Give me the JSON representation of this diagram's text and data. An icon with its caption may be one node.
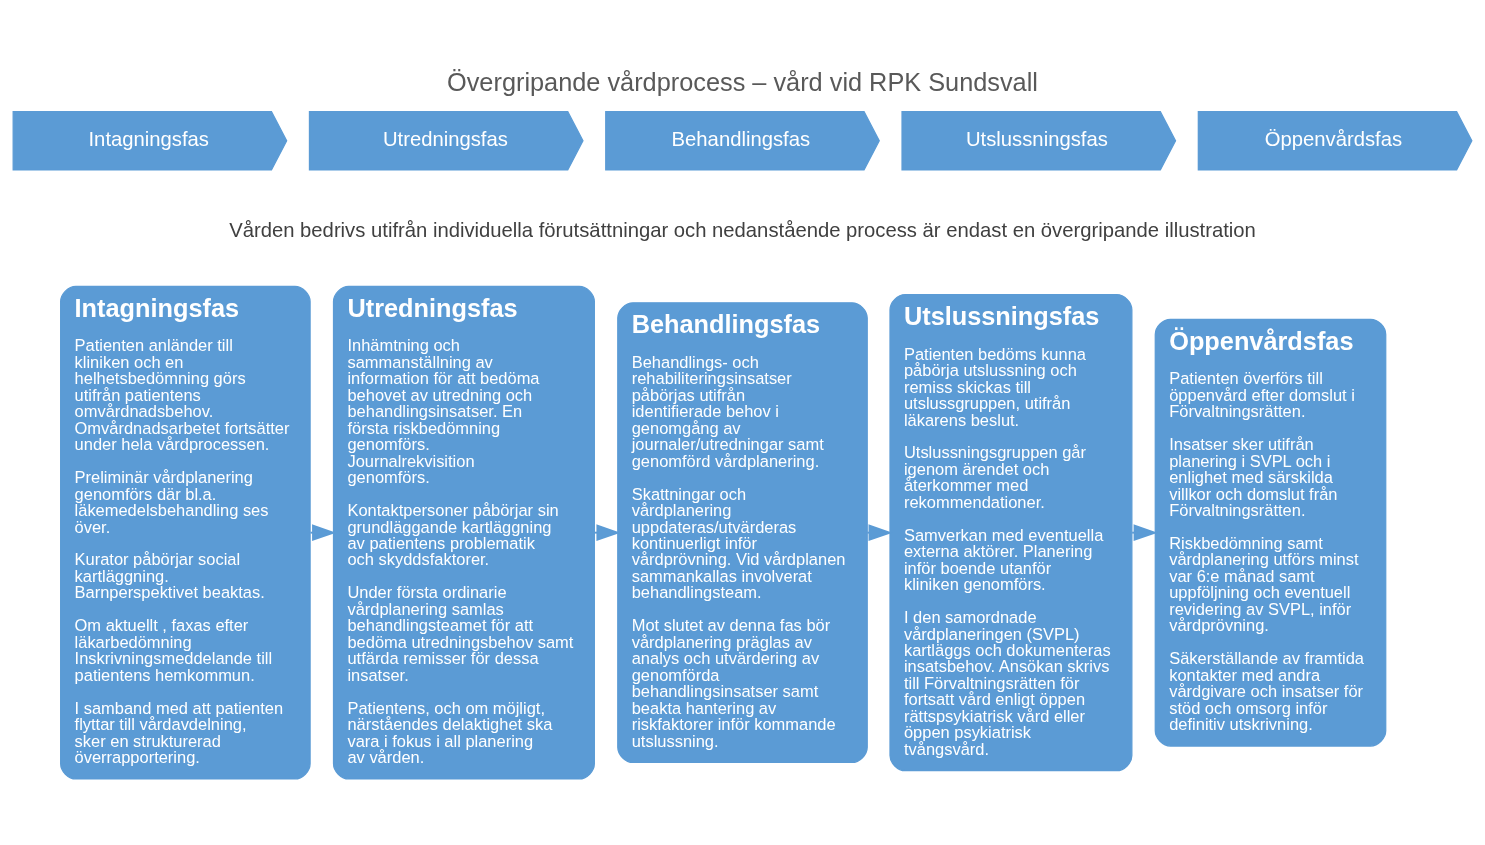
{
  "diagram": {
    "title": "Övergripande vårdprocess – vård vid RPK Sundsvall",
    "nodes": [
      {
        "text": [
          "Intagningsfas"
        ]
      },
      {
        "text": [
          "Utredningsfas"
        ]
      },
      {
        "text": [
          "Behandlingsfas"
        ]
      },
      {
        "text": [
          "Utslussningsfas"
        ]
      },
      {
        "text": [
          "Öppenvårdsfas"
        ]
      },
      {
        "text": [
          "Intagningsfas",
          "Patienten anländer till kliniken och en helhetsbedömning görs utifrån patientens omvårdnadsbehov. Omvårdnadsarbetet fortsätter under hela vårdprocessen.",
          "Preliminär vårdplanering genomförs där bl.a. läkemedelsbehandling ses över.",
          "Kurator påbörjar social kartläggning. Barnperspektivet beaktas.",
          "Om aktuellt , faxas efter läkarbedömning Inskrivningsmeddelande till patientens hemkommun.",
          "I samband med att patienten flyttar till vårdavdelning, sker en strukturerad överrapportering."
        ]
      },
      {
        "text": [
          "Utredningsfas",
          "Inhämtning och sammanställning av information för att bedöma behovet av utredning och behandlingsinsatser. En första riskbedömning genomförs. Journalrekvisition genomförs.",
          "Kontaktpersoner påbörjar sin grundläggande kartläggning av patientens problematik och skyddsfaktorer.",
          "Under första ordinarie vårdplanering samlas behandlingsteamet för att bedöma utredningsbehov samt utfärda remisser för dessa insatser.",
          "Patientens, och om möjligt, närståendes delaktighet ska vara i fokus i all planering av vården."
        ]
      },
      {
        "text": [
          "Behandlingsfas",
          "Behandlings- och rehabiliteringsinsatser påbörjas utifrån identifierade behov i genomgång av journaler/utredningar samt genomförd vårdplanering.",
          "Skattningar och vårdplanering uppdateras/utvärderas kontinuerligt inför vårdprövning. Vid vårdplanen sammankallas involverat behandlingsteam.",
          "Mot slutet av denna fas bör vårdplanering präglas av analys och utvärdering av genomförda behandlingsinsatser samt beakta hantering av riskfaktorer inför kommande utslussning."
        ]
      },
      {
        "text": [
          "Utslussningsfas",
          "Patienten bedöms kunna påbörja utslussning och remiss skickas till utslussgruppen, utifrån läkarens beslut.",
          "Utslussningsgruppen går igenom ärendet och återkommer med rekommendationer.",
          "Samverkan med eventuella externa aktörer. Planering inför boende utanför kliniken genomförs.",
          "I den samordnade vårdplaneringen (SVPL) kartläggs och dokumenteras insatsbehov. Ansökan skrivs till Förvaltningsrätten för fortsatt vård enligt öppen rättspsykiatrisk vård eller öppen psykiatrisk tvångsvård."
        ]
      },
      {
        "text": [
          "Öppenvårdsfas",
          "Patienten överförs till öppenvård efter domslut i Förvaltningsrätten.",
          "Insatser sker utifrån planering i SVPL och i enlighet med särskilda villkor och domslut från Förvaltningsrätten.",
          "Riskbedömning samt vårdplanering utförs minst var 6:e månad samt uppföljning och eventuell revidering av SVPL, inför vårdprövning.",
          "Säkerställande av framtida kontakter med andra vårdgivare och insatser för stöd och omsorg inför definitiv utskrivning."
        ]
      }
    ],
    "edges": [
      {
        "from": 5,
        "to": 6,
        "arrow": "to"
      },
      {
        "from": 6,
        "to": 7,
        "arrow": "to"
      },
      {
        "from": 7,
        "to": 8,
        "arrow": "to"
      },
      {
        "from": 8,
        "to": 9,
        "arrow": "to"
      }
    ],
    "labels": [
      "Vården bedrivs utifrån individuella förutsättningar och nedanstående process är endast en övergripande illustration"
    ]
  }
}
